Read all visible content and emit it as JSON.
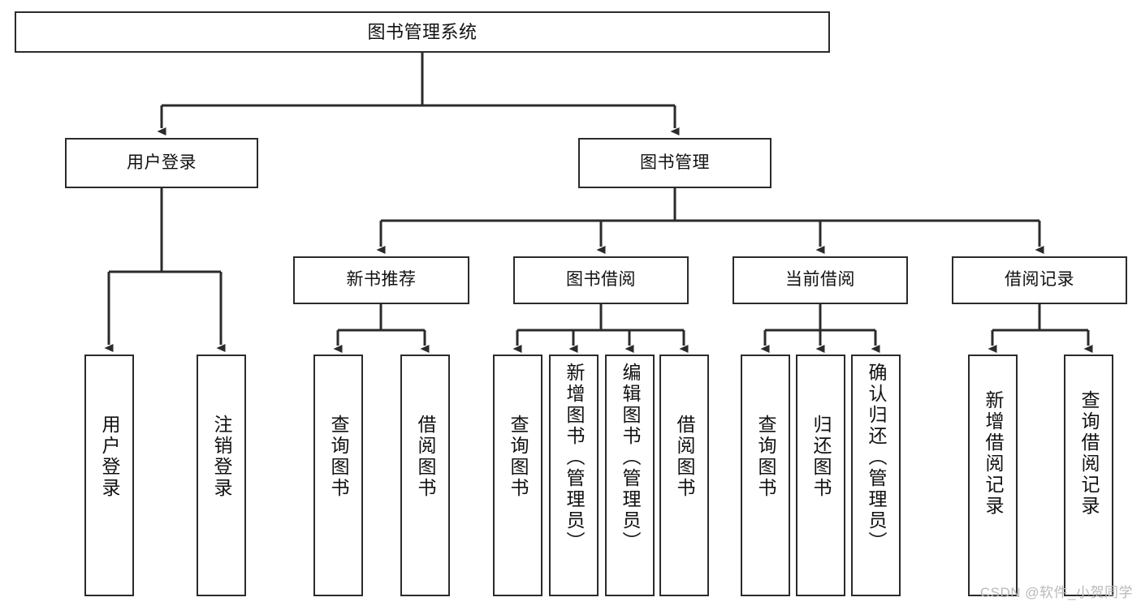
{
  "diagram": {
    "title": "图书管理系统",
    "type": "tree-hierarchy",
    "stroke_color": "#2b2b2b",
    "fill_color": "#ffffff",
    "text_color": "#111111",
    "levels": {
      "root": [
        "图书管理系统"
      ],
      "level2": [
        "用户登录",
        "图书管理"
      ],
      "level3": [
        "新书推荐",
        "图书借阅",
        "当前借阅",
        "借阅记录"
      ],
      "leaves": [
        "用户登录",
        "注销登录",
        "查询图书",
        "借阅图书",
        "查询图书",
        "新增图书（管理员）",
        "编辑图书（管理员）",
        "借阅图书",
        "查询图书",
        "归还图书",
        "确认归还（管理员）",
        "新增借阅记录",
        "查询借阅记录"
      ]
    }
  },
  "nodes": {
    "root": {
      "label": "图书管理系统"
    },
    "user_login": {
      "label": "用户登录"
    },
    "book_manage": {
      "label": "图书管理"
    },
    "new_book_rec": {
      "label": "新书推荐"
    },
    "book_borrow": {
      "label": "图书借阅"
    },
    "current_borrow": {
      "label": "当前借阅"
    },
    "borrow_record": {
      "label": "借阅记录"
    },
    "leaf_user_login": {
      "label": "用户登录"
    },
    "leaf_logout": {
      "label": "注销登录"
    },
    "leaf_query_book_1": {
      "label": "查询图书"
    },
    "leaf_borrow_book_1": {
      "label": "借阅图书"
    },
    "leaf_query_book_2": {
      "label": "查询图书"
    },
    "leaf_add_book": {
      "label": "新增图书（管理员）"
    },
    "leaf_edit_book": {
      "label": "编辑图书（管理员）"
    },
    "leaf_borrow_book_2": {
      "label": "借阅图书"
    },
    "leaf_query_book_3": {
      "label": "查询图书"
    },
    "leaf_return_book": {
      "label": "归还图书"
    },
    "leaf_confirm_return": {
      "label": "确认归还（管理员）"
    },
    "leaf_add_record": {
      "label": "新增借阅记录"
    },
    "leaf_query_record": {
      "label": "查询借阅记录"
    }
  },
  "watermark": {
    "text": "CSDN @软件_小贺同学",
    "color": "#b9b9b9"
  }
}
